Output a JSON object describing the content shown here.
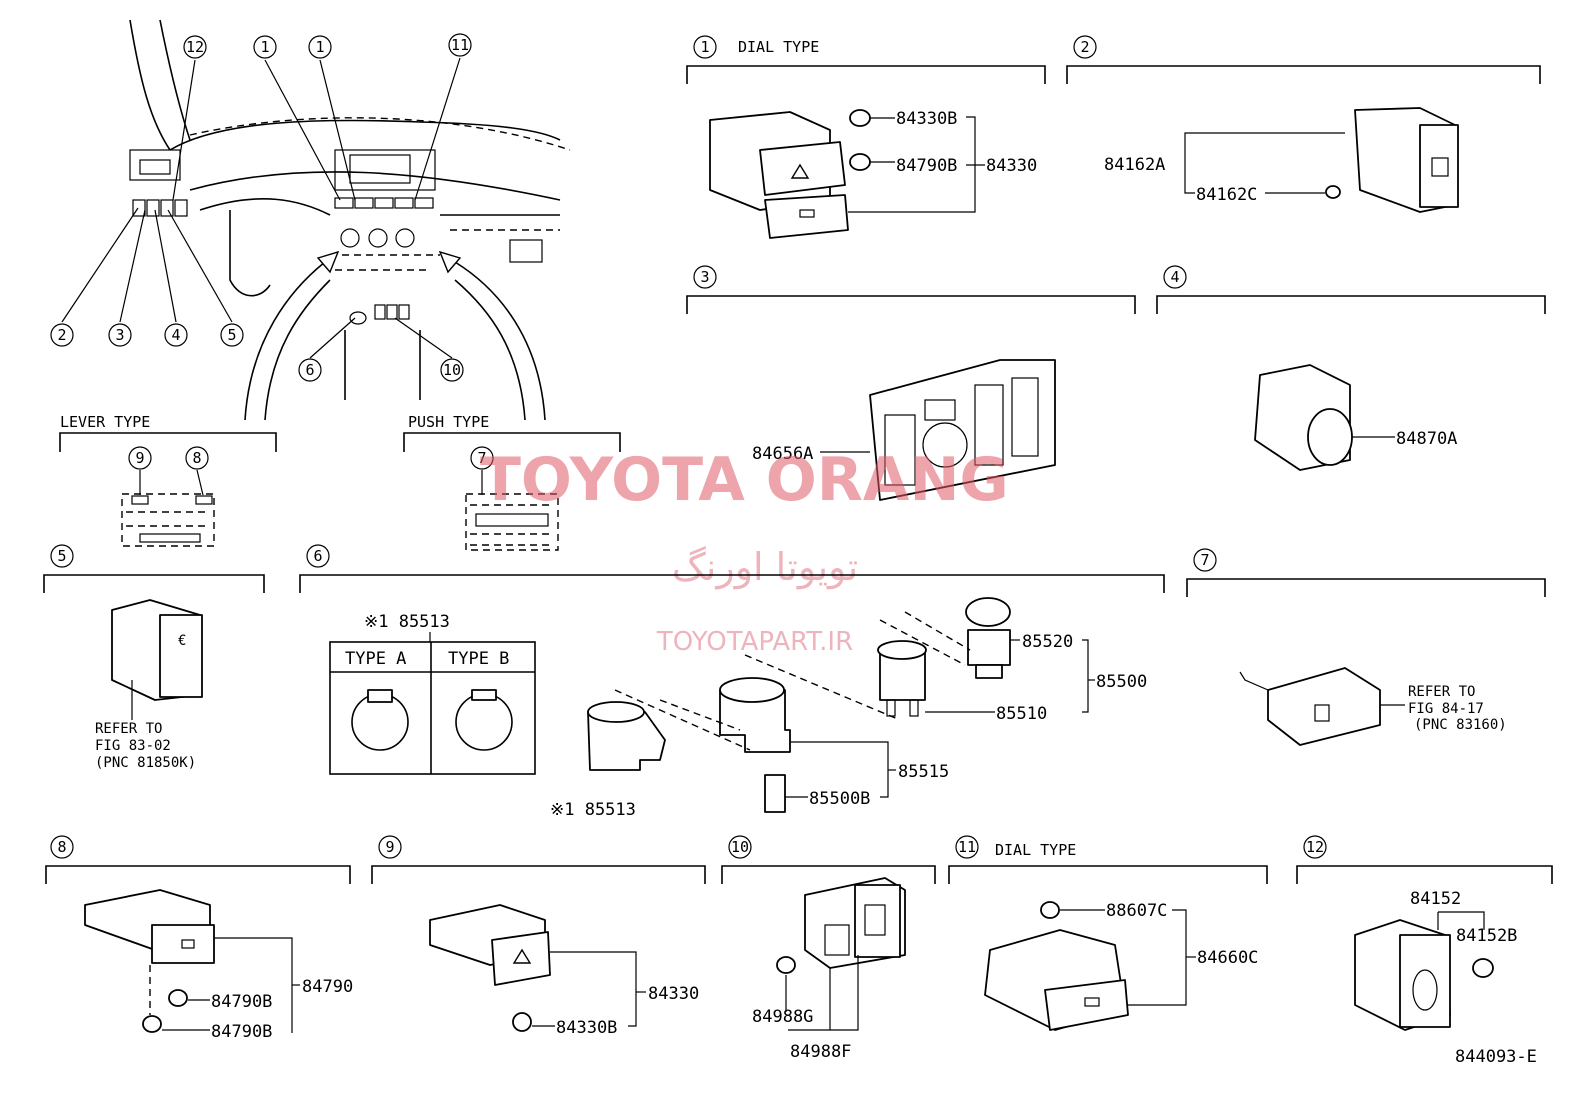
{
  "diagram_id": "844093-E",
  "watermark": {
    "main": "TOYOTA ORANG",
    "persian": "تویوتا اورنگ",
    "site": "TOYOTAPART.IR"
  },
  "callouts": {
    "c1": "1",
    "c2": "2",
    "c3": "3",
    "c4": "4",
    "c5": "5",
    "c6": "6",
    "c7": "7",
    "c8": "8",
    "c9": "9",
    "c10": "10",
    "c11": "11",
    "c12": "12"
  },
  "overview": {
    "lever_type": "LEVER TYPE",
    "push_type": "PUSH TYPE"
  },
  "sections": {
    "s1": {
      "heading": "DIAL TYPE",
      "parts": [
        "84330B",
        "84790B",
        "84330"
      ]
    },
    "s2": {
      "parts": [
        "84162A",
        "84162C"
      ]
    },
    "s3": {
      "parts": [
        "84656A"
      ]
    },
    "s4": {
      "parts": [
        "84870A"
      ]
    },
    "s5": {
      "refer": [
        "REFER TO",
        "FIG 83-02",
        "(PNC 81850K)"
      ]
    },
    "s6": {
      "parts": [
        "85520",
        "85500",
        "85510",
        "85515",
        "85500B"
      ],
      "marked_part": "※1 85513",
      "type_a": "TYPE A",
      "type_b": "TYPE B"
    },
    "s7": {
      "refer": [
        "REFER TO",
        "FIG 84-17",
        "(PNC 83160)"
      ]
    },
    "s8": {
      "parts": [
        "84790",
        "84790B",
        "84790B"
      ]
    },
    "s9": {
      "parts": [
        "84330",
        "84330B"
      ]
    },
    "s10": {
      "parts": [
        "84988G",
        "84988F"
      ]
    },
    "s11": {
      "heading": "DIAL TYPE",
      "parts": [
        "88607C",
        "84660C"
      ]
    },
    "s12": {
      "parts": [
        "84152",
        "84152B"
      ]
    }
  }
}
